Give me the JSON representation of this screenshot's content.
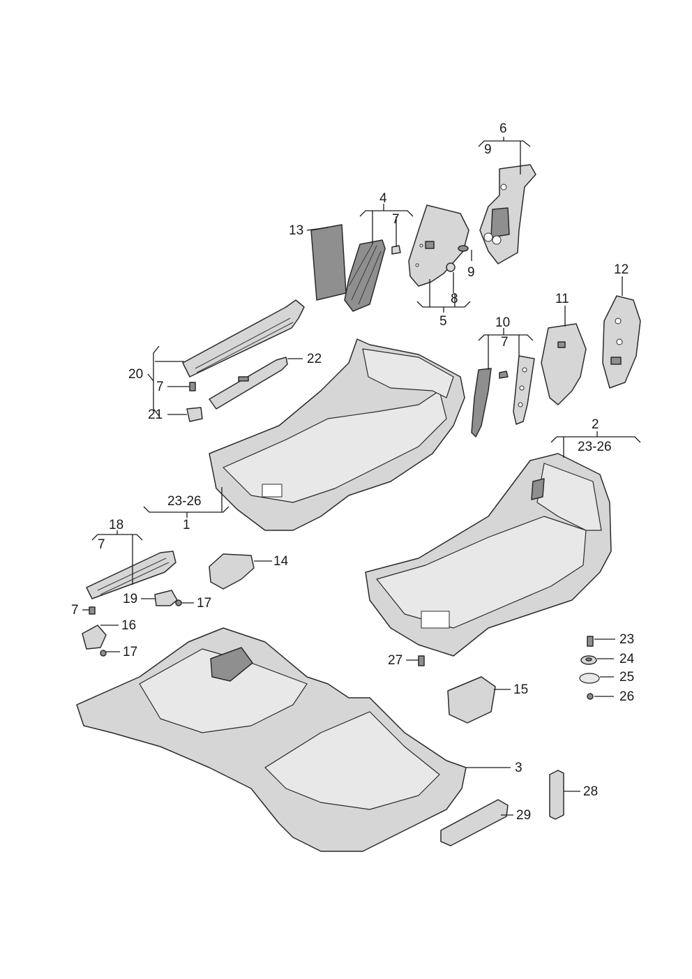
{
  "labels": {
    "l1": "1",
    "l2": "2",
    "l3": "3",
    "l4": "4",
    "l5": "5",
    "l6": "6",
    "l7a": "7",
    "l7b": "7",
    "l7c": "7",
    "l7d": "7",
    "l7e": "7",
    "l8": "8",
    "l9a": "9",
    "l9b": "9",
    "l10": "10",
    "l11": "11",
    "l12": "12",
    "l13": "13",
    "l14": "14",
    "l15": "15",
    "l16": "16",
    "l17a": "17",
    "l17b": "17",
    "l18": "18",
    "l19": "19",
    "l20": "20",
    "l21": "21",
    "l22": "22",
    "l23": "23",
    "l24": "24",
    "l25": "25",
    "l26": "26",
    "l27": "27",
    "l28": "28",
    "l29": "29",
    "r1": "23-26",
    "r2": "23-26"
  }
}
